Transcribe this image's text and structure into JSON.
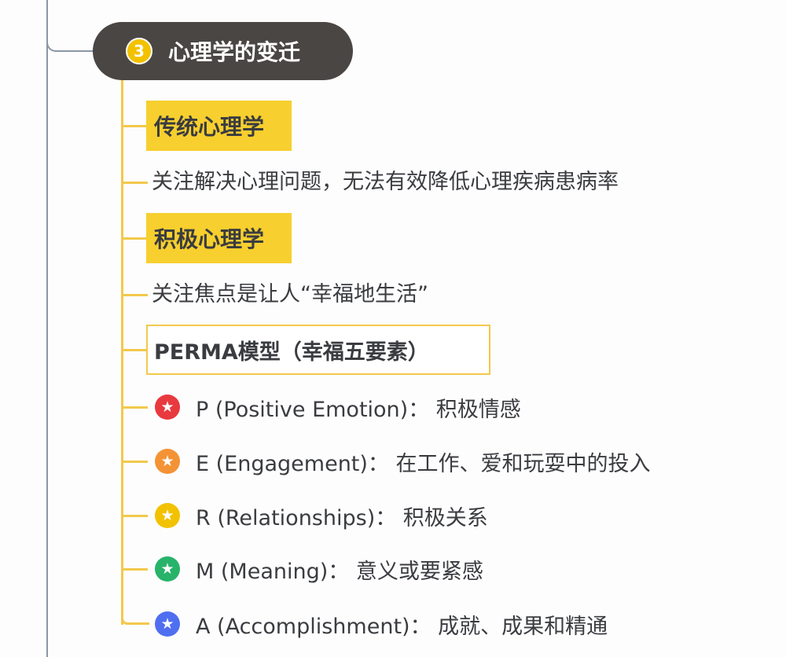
{
  "topic": {
    "number": "3",
    "title": "心理学的变迁"
  },
  "nodes": {
    "traditional": "传统心理学",
    "traditional_desc": "关注解决心理问题，无法有效降低心理疾病患病率",
    "positive": "积极心理学",
    "positive_desc": "关注焦点是让人“幸福地生活”",
    "perma": "PERMA模型（幸福五要素）"
  },
  "perma_items": [
    {
      "text": "P (Positive Emotion)： 积极情感",
      "icon": "star-icon",
      "color": "#e8393f"
    },
    {
      "text": "E (Engagement)： 在工作、爱和玩耍中的投入",
      "icon": "star-icon",
      "color": "#f49336"
    },
    {
      "text": "R (Relationships)： 积极关系",
      "icon": "star-icon",
      "color": "#f2c200"
    },
    {
      "text": "M (Meaning)： 意义或要紧感",
      "icon": "star-icon",
      "color": "#27b36a"
    },
    {
      "text": "A (Accomplishment)： 成就、成果和精通",
      "icon": "star-icon",
      "color": "#4f6ff0"
    }
  ]
}
